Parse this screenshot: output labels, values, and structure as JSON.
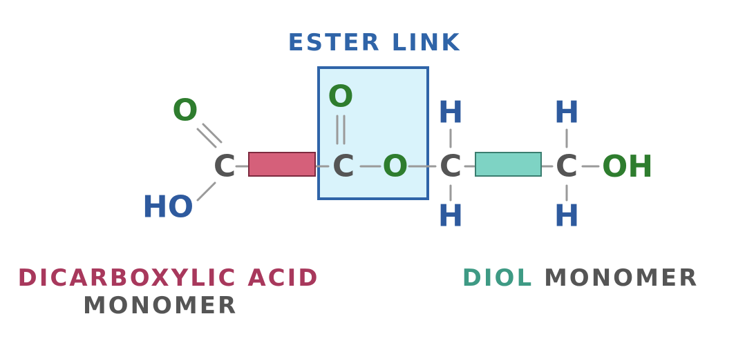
{
  "labels": {
    "ester_link": "ESTER LINK",
    "acid_line1": "DICARBOXYLIC ACID",
    "acid_line2": "MONOMER",
    "diol_word": "DIOL",
    "diol_monomer": "MONOMER"
  },
  "atoms": {
    "acid_carbonyl_o": "O",
    "acid_ho": "HO",
    "acid_c": "C",
    "ester_carbonyl_o": "O",
    "ester_c": "C",
    "ester_o": "O",
    "ch2_h_top": "H",
    "ch2_c": "C",
    "ch2_h_bottom": "H",
    "end_h_top": "H",
    "end_c": "C",
    "end_oh": "OH",
    "end_h_bottom": "H"
  },
  "colors": {
    "oxygen": "#2e7d2e",
    "hydrogen": "#2e5a9e",
    "carbon": "#555555",
    "acid_block": "#d5607a",
    "diol_block": "#7ed3c4",
    "ester_box_fill": "#d9f3fb",
    "ester_box_stroke": "#2f64a8",
    "ester_label": "#2f64a8",
    "acid_caption": "#a8385c",
    "diol_caption": "#3e9a84",
    "monomer_caption": "#555555"
  }
}
